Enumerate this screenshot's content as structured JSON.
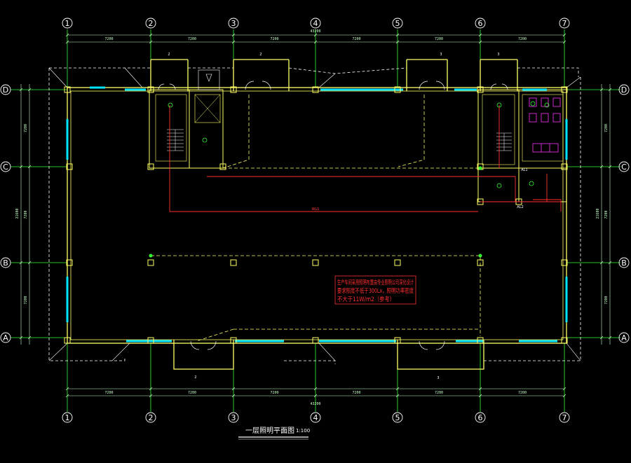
{
  "drawing": {
    "title": "一层照明平面图",
    "scale": "1:100",
    "colors": {
      "background": "#000000",
      "wall": "#ffff66",
      "window": "#00e5ff",
      "axis": "#33ff33",
      "wiring": "#ff3030",
      "dashed_circuit": "#ffff66",
      "fixture": "#ffffff",
      "sanitary": "#ff33ff",
      "text": "#ffffff"
    },
    "grid_columns": [
      "1",
      "2",
      "3",
      "4",
      "5",
      "6",
      "7"
    ],
    "grid_rows": [
      "D",
      "C",
      "B",
      "A"
    ],
    "top_dimensions": [
      "7200",
      "7200",
      "7200",
      "7200",
      "7200",
      "7200"
    ],
    "top_overall": "43200",
    "bottom_dimensions": [
      "7200",
      "7200",
      "7200",
      "7200",
      "7200",
      "7200"
    ],
    "bottom_overall": "43200",
    "left_dimensions": [
      "7200",
      "7200",
      "7200"
    ],
    "left_total": "21600",
    "right_dimensions": [
      "7200",
      "7200",
      "7200"
    ],
    "right_total": "21600",
    "note_lines": [
      "生产车间采用照明布置由专业照明公司深化设计",
      "要求照度不低于300Lx，照明功率密度",
      "不大于11W/m2（参考）"
    ],
    "circuit_label": "WL1",
    "bottom_door_labels": [
      "2",
      "3"
    ],
    "top_door_labels": [
      "2",
      "2",
      "3",
      "3"
    ],
    "panel_labels": [
      "AL1",
      "AL2"
    ]
  }
}
